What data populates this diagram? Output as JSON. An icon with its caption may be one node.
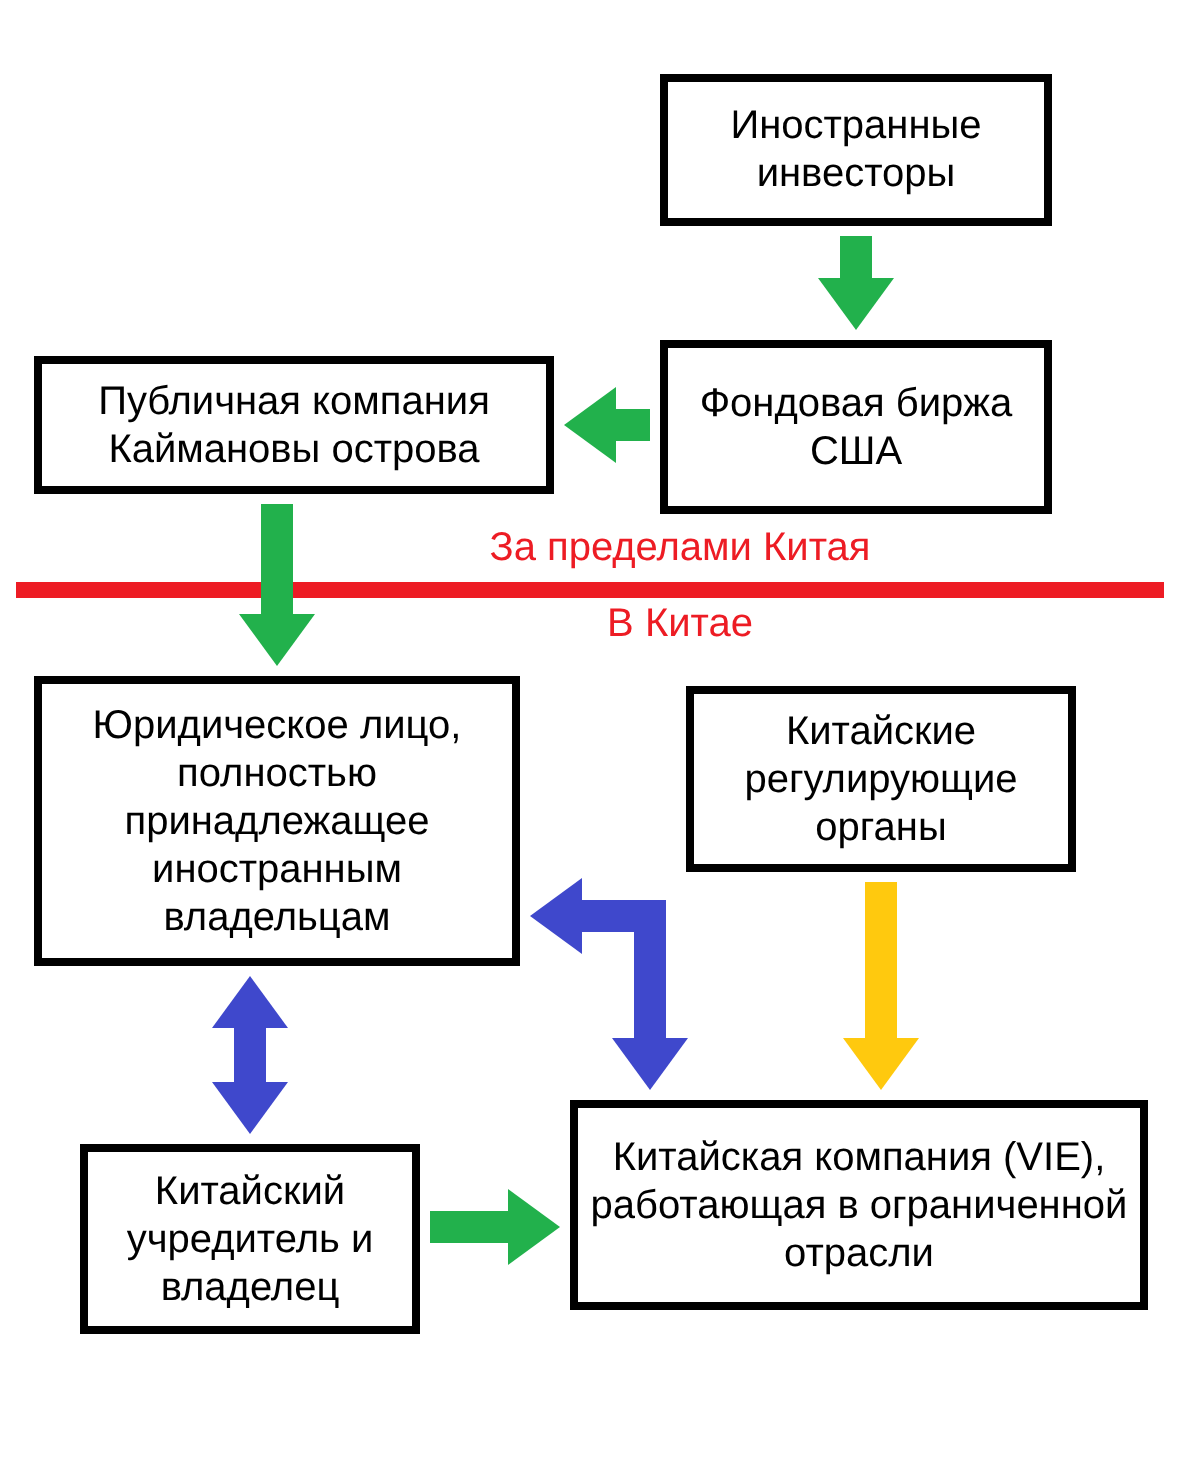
{
  "diagram": {
    "nodes": [
      {
        "text": [
          "Иностранные инвесторы"
        ]
      },
      {
        "text": [
          "Фондовая биржа США"
        ]
      },
      {
        "text": [
          "Публичная компания Каймановы острова"
        ]
      },
      {
        "text": [
          "Юридическое лицо, полностью принадлежащее иностранным владельцам"
        ]
      },
      {
        "text": [
          "Китайские регулирующие органы"
        ]
      },
      {
        "text": [
          "Китайский учредитель и владелец"
        ]
      },
      {
        "text": [
          "Китайская компания (VIE), работающая в ограниченной отрасли"
        ]
      }
    ],
    "edges": [
      {
        "from": 0,
        "to": 1,
        "arrow": "to"
      },
      {
        "from": 1,
        "to": 2,
        "arrow": "to"
      },
      {
        "from": 2,
        "to": 3,
        "arrow": "to"
      },
      {
        "from": 3,
        "to": 5,
        "arrow": "both",
        "color": "#3f48cc"
      },
      {
        "from": 3,
        "to": 6,
        "arrow": "both",
        "color": "#3f48cc"
      },
      {
        "from": 4,
        "to": 6,
        "arrow": "to",
        "color": "#ffc90e"
      },
      {
        "from": 5,
        "to": 6,
        "arrow": "to"
      }
    ],
    "labels": [
      "За пределами Китая",
      "В Китае"
    ]
  }
}
